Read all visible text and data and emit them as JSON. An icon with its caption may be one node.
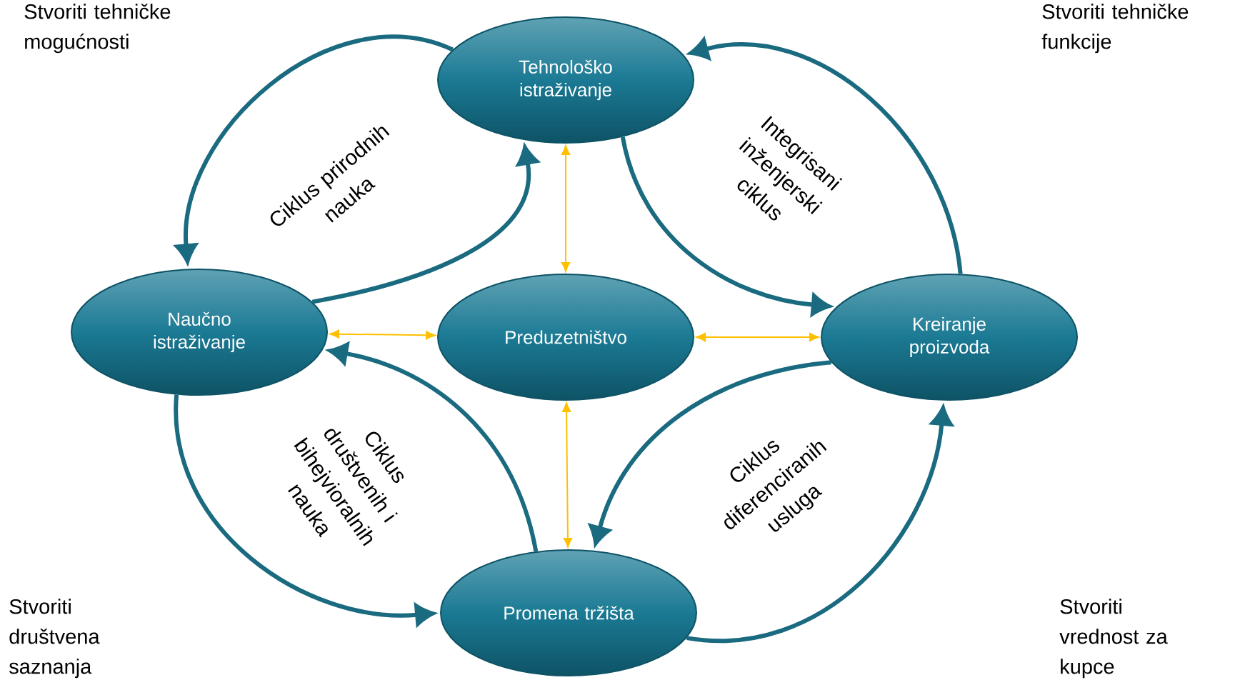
{
  "diagram": {
    "nodes": [
      {
        "text": [
          "Tehnološko istraživanje"
        ]
      },
      {
        "text": [
          "Naučno istraživanje"
        ]
      },
      {
        "text": [
          "Preduzetništvo"
        ]
      },
      {
        "text": [
          "Kreiranje proizvoda"
        ]
      },
      {
        "text": [
          "Promena tržišta"
        ]
      }
    ],
    "edges": [
      {
        "from": 0,
        "to": 1,
        "arrow": "to"
      },
      {
        "from": 1,
        "to": 0,
        "arrow": "to"
      },
      {
        "from": 1,
        "to": 4,
        "arrow": "to"
      },
      {
        "from": 4,
        "to": 1,
        "arrow": "to"
      },
      {
        "from": 4,
        "to": 3,
        "arrow": "to"
      },
      {
        "from": 3,
        "to": 4,
        "arrow": "to"
      },
      {
        "from": 3,
        "to": 0,
        "arrow": "to"
      },
      {
        "from": 0,
        "to": 3,
        "arrow": "to"
      },
      {
        "from": 2,
        "to": 0,
        "arrow": "both",
        "color": "#ffc000"
      },
      {
        "from": 2,
        "to": 1,
        "arrow": "both",
        "color": "#ffc000"
      },
      {
        "from": 2,
        "to": 3,
        "arrow": "both",
        "color": "#ffc000"
      },
      {
        "from": 2,
        "to": 4,
        "arrow": "both",
        "color": "#ffc000"
      }
    ],
    "labels": [
      "Stvoriti tehničke mogućnosti",
      "Stvoriti tehničke funkcije",
      "Ciklus prirodnih nauka",
      "Integrisani inženjerski ciklus",
      "Ciklus društvenih i bihejvioralnih nauka",
      "Ciklus diferenciranih usluga",
      "Stvoriti društvena saznanja",
      "Stvoriti vrednost za kupce"
    ]
  }
}
